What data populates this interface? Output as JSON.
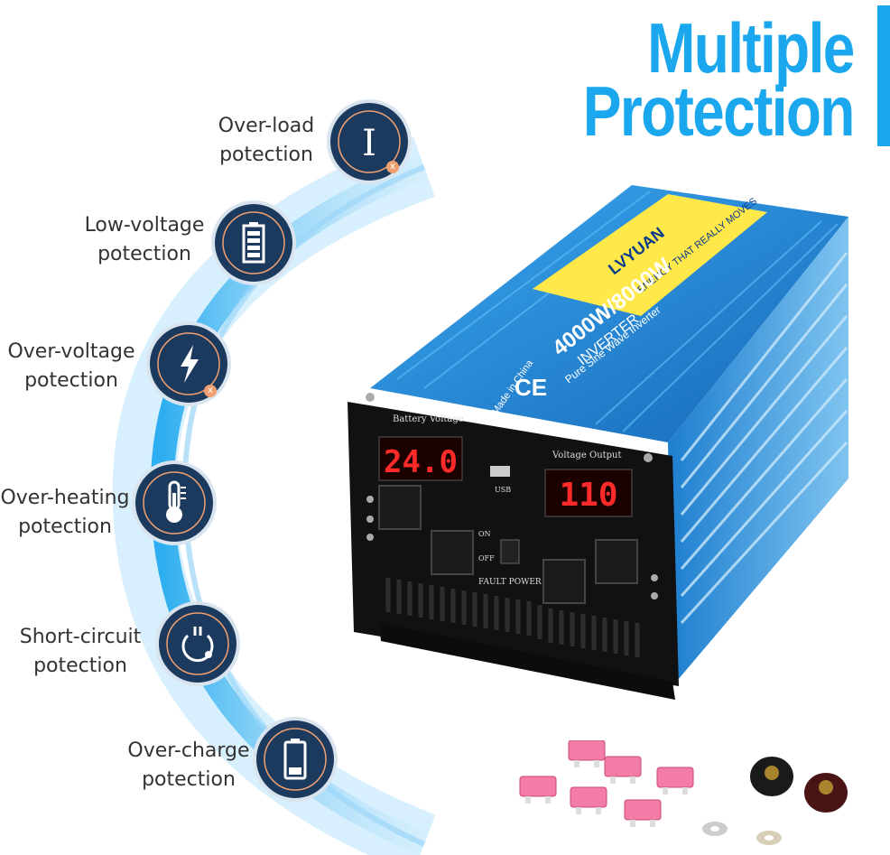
{
  "title": {
    "line1": "Multiple",
    "line2": "Protection"
  },
  "features": [
    {
      "line1": "Over-load",
      "line2": "potection",
      "icon": "current-icon"
    },
    {
      "line1": "Low-voltage",
      "line2": "potection",
      "icon": "battery-icon"
    },
    {
      "line1": "Over-voltage",
      "line2": "potection",
      "icon": "lightning-icon"
    },
    {
      "line1": "Over-heating",
      "line2": "potection",
      "icon": "thermometer-icon"
    },
    {
      "line1": "Short-circuit",
      "line2": "potection",
      "icon": "short-circuit-icon"
    },
    {
      "line1": "Over-charge",
      "line2": "potection",
      "icon": "battery-low-icon"
    }
  ],
  "product": {
    "battery_voltage_label": "Battery Voltage",
    "battery_voltage_value": "24.0",
    "voltage_output_label": "Voltage Output",
    "voltage_output_value": "110",
    "usb_label": "USB",
    "on_label": "ON",
    "off_label": "OFF",
    "fault_power_label": "FAULT  POWER",
    "made_in": "Made in China",
    "ce_mark": "CE",
    "brand": "LVYUAN",
    "model": "4000W/8000W",
    "model_sub": "INVERTER",
    "type": "Pure Sine Wave Inverter",
    "tagline": "ENERGY THAT REALLY MOVES"
  },
  "colors": {
    "accent": "#1aa7ee",
    "icon_bg": "#1c3a5e",
    "display_red": "#ff2a2a",
    "case_blue": "#1e8fdc"
  }
}
